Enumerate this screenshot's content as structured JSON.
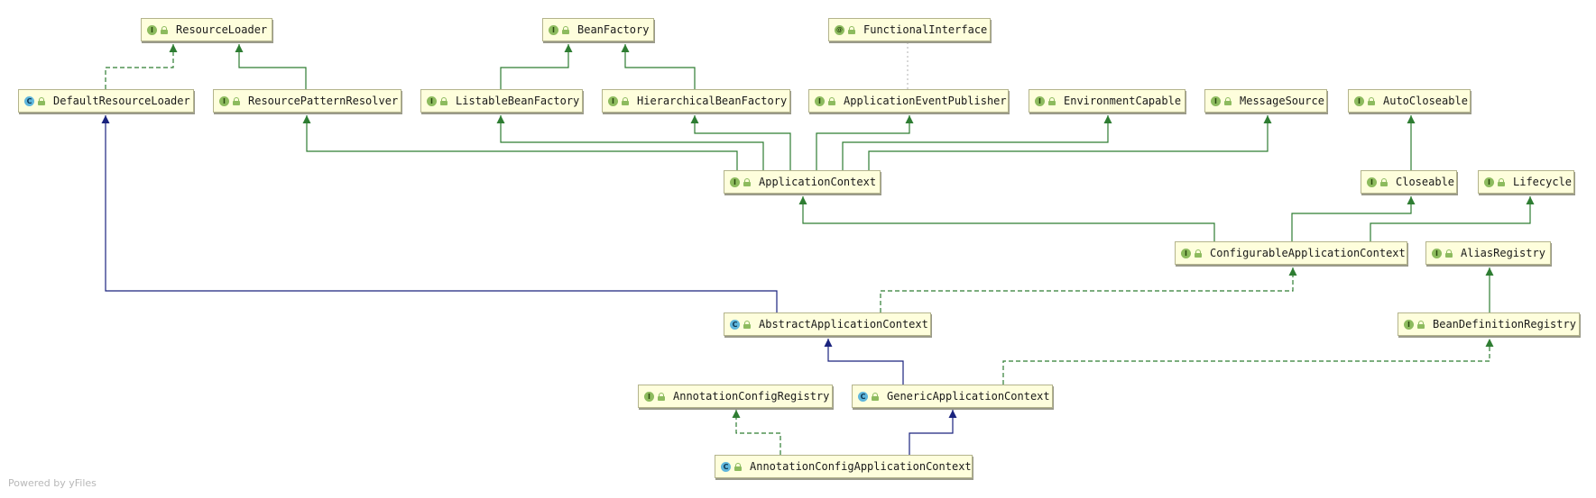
{
  "colors": {
    "implements": "#2e7d32",
    "extends": "#1a237e",
    "annotation": "#b0b0b0",
    "node_fill": "#fefedc",
    "node_border": "#b4b48c"
  },
  "nodes": {
    "resource_loader": {
      "name": "ResourceLoader",
      "kind": "I"
    },
    "bean_factory": {
      "name": "BeanFactory",
      "kind": "I"
    },
    "functional_interface": {
      "name": "FunctionalInterface",
      "kind": "@"
    },
    "default_resource_loader": {
      "name": "DefaultResourceLoader",
      "kind": "C"
    },
    "resource_pattern_resolver": {
      "name": "ResourcePatternResolver",
      "kind": "I"
    },
    "listable_bean_factory": {
      "name": "ListableBeanFactory",
      "kind": "I"
    },
    "hierarchical_bean_factory": {
      "name": "HierarchicalBeanFactory",
      "kind": "I"
    },
    "application_event_publisher": {
      "name": "ApplicationEventPublisher",
      "kind": "I"
    },
    "environment_capable": {
      "name": "EnvironmentCapable",
      "kind": "I"
    },
    "message_source": {
      "name": "MessageSource",
      "kind": "I"
    },
    "auto_closeable": {
      "name": "AutoCloseable",
      "kind": "I"
    },
    "application_context": {
      "name": "ApplicationContext",
      "kind": "I"
    },
    "closeable": {
      "name": "Closeable",
      "kind": "I"
    },
    "lifecycle": {
      "name": "Lifecycle",
      "kind": "I"
    },
    "configurable_application_context": {
      "name": "ConfigurableApplicationContext",
      "kind": "I"
    },
    "alias_registry": {
      "name": "AliasRegistry",
      "kind": "I"
    },
    "abstract_application_context": {
      "name": "AbstractApplicationContext",
      "kind": "C"
    },
    "bean_definition_registry": {
      "name": "BeanDefinitionRegistry",
      "kind": "I"
    },
    "annotation_config_registry": {
      "name": "AnnotationConfigRegistry",
      "kind": "I"
    },
    "generic_application_context": {
      "name": "GenericApplicationContext",
      "kind": "C"
    },
    "annotation_config_application_context": {
      "name": "AnnotationConfigApplicationContext",
      "kind": "C"
    }
  },
  "edges": [
    {
      "from": "default_resource_loader",
      "to": "resource_loader",
      "type": "implements"
    },
    {
      "from": "resource_pattern_resolver",
      "to": "resource_loader",
      "type": "extends-interface"
    },
    {
      "from": "listable_bean_factory",
      "to": "bean_factory",
      "type": "extends-interface"
    },
    {
      "from": "hierarchical_bean_factory",
      "to": "bean_factory",
      "type": "extends-interface"
    },
    {
      "from": "application_event_publisher",
      "to": "functional_interface",
      "type": "annotated"
    },
    {
      "from": "application_context",
      "to": "resource_pattern_resolver",
      "type": "extends-interface"
    },
    {
      "from": "application_context",
      "to": "listable_bean_factory",
      "type": "extends-interface"
    },
    {
      "from": "application_context",
      "to": "hierarchical_bean_factory",
      "type": "extends-interface"
    },
    {
      "from": "application_context",
      "to": "application_event_publisher",
      "type": "extends-interface"
    },
    {
      "from": "application_context",
      "to": "environment_capable",
      "type": "extends-interface"
    },
    {
      "from": "application_context",
      "to": "message_source",
      "type": "extends-interface"
    },
    {
      "from": "closeable",
      "to": "auto_closeable",
      "type": "extends-interface"
    },
    {
      "from": "configurable_application_context",
      "to": "application_context",
      "type": "extends-interface"
    },
    {
      "from": "configurable_application_context",
      "to": "closeable",
      "type": "extends-interface"
    },
    {
      "from": "configurable_application_context",
      "to": "lifecycle",
      "type": "extends-interface"
    },
    {
      "from": "abstract_application_context",
      "to": "default_resource_loader",
      "type": "extends"
    },
    {
      "from": "abstract_application_context",
      "to": "configurable_application_context",
      "type": "implements"
    },
    {
      "from": "bean_definition_registry",
      "to": "alias_registry",
      "type": "extends-interface"
    },
    {
      "from": "generic_application_context",
      "to": "abstract_application_context",
      "type": "extends"
    },
    {
      "from": "generic_application_context",
      "to": "bean_definition_registry",
      "type": "implements"
    },
    {
      "from": "annotation_config_application_context",
      "to": "annotation_config_registry",
      "type": "implements"
    },
    {
      "from": "annotation_config_application_context",
      "to": "generic_application_context",
      "type": "extends"
    }
  ],
  "watermark": "Powered by yFiles"
}
